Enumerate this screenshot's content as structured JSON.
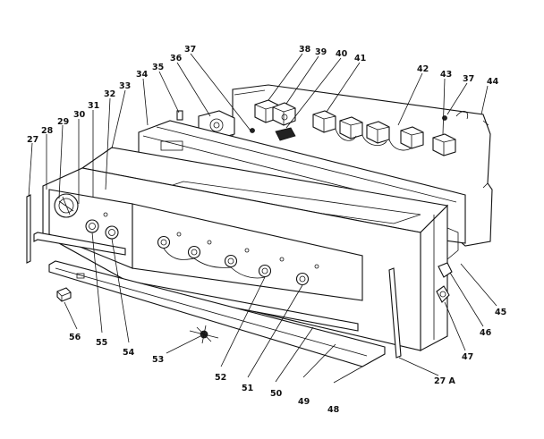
{
  "diagram": {
    "callouts": [
      "27",
      "28",
      "29",
      "30",
      "31",
      "32",
      "33",
      "34",
      "35",
      "36",
      "37",
      "38",
      "39",
      "40",
      "41",
      "42",
      "43",
      "37",
      "44",
      "45",
      "46",
      "47",
      "27 A",
      "48",
      "49",
      "50",
      "51",
      "52",
      "53",
      "54",
      "55",
      "56"
    ]
  }
}
